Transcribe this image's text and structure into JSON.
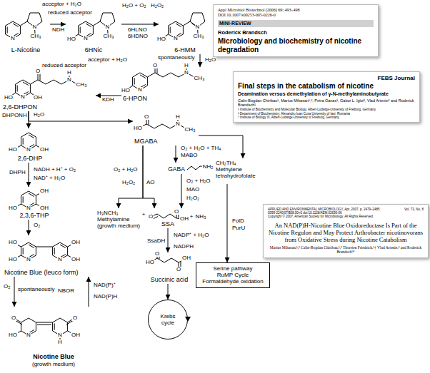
{
  "diagram": {
    "nodes": [
      {
        "text": [
          "L-Nicotine"
        ]
      },
      {
        "text": [
          "6HNic"
        ]
      },
      {
        "text": [
          "6-HMM"
        ]
      },
      {
        "text": [
          "6-HPON"
        ]
      },
      {
        "text": [
          "2,6-DHPON"
        ]
      },
      {
        "text": [
          "2,6-DHP"
        ]
      },
      {
        "text": [
          "2,3,6-THP"
        ]
      },
      {
        "text": [
          "Nicotine Blue (leuco form)"
        ]
      },
      {
        "text": [
          "Nicotine Blue",
          "(growth medium)"
        ]
      },
      {
        "text": [
          "MGABA"
        ]
      },
      {
        "text": [
          "GABA"
        ]
      },
      {
        "text": [
          "CH₂TH₄",
          "Methylene tetrahydrofolate"
        ]
      },
      {
        "text": [
          "H₃NCH₃",
          "Methylamine",
          "(growth medium)"
        ]
      },
      {
        "text": [
          "SSA"
        ]
      },
      {
        "text": [
          "Succinic acid"
        ]
      },
      {
        "text": [
          "Krebs cycle"
        ]
      },
      {
        "text": [
          "Serine pathway",
          "RuMP Cycle",
          "Formaldehyde oxidation"
        ]
      },
      {
        "text": [
          "Appl Microbiol Biotechnol (2006) 69: 493–498",
          "DOI 10.1007/s00253-005-0226-0",
          "MINI-REVIEW",
          "Roderick Brandsch",
          "Microbiology and biochemistry of nicotine degradation"
        ]
      },
      {
        "text": [
          "FEBS Journal",
          "Final steps in the catabolism of nicotine",
          "Deamination versus demethylation of γ-N-methylaminobutyrate",
          "Calin-Bogdan Chiribau¹, Marius Mihasan¹,², Petra Ganas¹, Gabor L. Igloi³, Vlad Artenie² and Roderick Brandsch¹",
          "¹ Institute of Biochemistry and Molecular Biology, Albert-Ludwigs-University of Freiburg, Germany",
          "² Department of Biochemistry, Alexandru Ioan Cuza University of Iasi, Romania",
          "³ Institute of Biology III, Albert-Ludwigs-University of Freiburg, Germany"
        ]
      },
      {
        "text": [
          "APPLIED AND ENVIRONMENTAL MICROBIOLOGY, Apr. 2007, p. 2479–2485",
          "Vol. 73, No. 8",
          "0099-2240/07/$08.00+0 doi:10.1128/AEM.02636-06",
          "Copyright © 2007, American Society for Microbiology. All Rights Reserved.",
          "An NAD(P)H-Nicotine Blue Oxidoreductase Is Part of the Nicotine Regulon and May Protect Arthrobacter nicotinovorans from Oxidative Stress during Nicotine Catabolism",
          "Marius Mihasan,¹,² Calin-Bogdan Chiribau,¹,² Thorsten Friedrich,¹† Vlad Artenie,² and Roderick Brandsch¹*"
        ]
      }
    ],
    "edges": [
      {
        "from": 0,
        "to": 1,
        "arrow": "to"
      },
      {
        "from": 1,
        "to": 2,
        "arrow": "to"
      },
      {
        "from": 2,
        "to": 3,
        "arrow": "to"
      },
      {
        "from": 3,
        "to": 4,
        "arrow": "to"
      },
      {
        "from": 4,
        "to": 5,
        "arrow": "to"
      },
      {
        "from": 4,
        "to": 9,
        "arrow": "to"
      },
      {
        "from": 5,
        "to": 6,
        "arrow": "to"
      },
      {
        "from": 6,
        "to": 7,
        "arrow": "to"
      },
      {
        "from": 7,
        "to": 8,
        "arrow": "to"
      },
      {
        "from": 8,
        "to": 7,
        "arrow": "to"
      },
      {
        "from": 9,
        "to": 10,
        "arrow": "to"
      },
      {
        "from": 9,
        "to": 11,
        "arrow": "to"
      },
      {
        "from": 9,
        "to": 12,
        "arrow": "to"
      },
      {
        "from": 9,
        "to": 13,
        "arrow": "to"
      },
      {
        "from": 10,
        "to": 13,
        "arrow": "to"
      },
      {
        "from": 13,
        "to": 14,
        "arrow": "to"
      },
      {
        "from": 14,
        "to": 15,
        "arrow": "to"
      },
      {
        "from": 11,
        "to": 16,
        "arrow": "to"
      }
    ],
    "labels": [
      "acceptor + H₂O",
      "reduced acceptor",
      "NDH",
      "H₂O + O₂",
      "H₂O₂",
      "6HLNO",
      "6HDNO",
      "N",
      "N",
      "CH₃",
      "HO",
      "N",
      "N",
      "CH₃",
      "HO",
      "N",
      "N",
      "CH₃",
      "spontaneously",
      "H₂O",
      "HO",
      "N",
      "O",
      "H",
      "N",
      "CH₃",
      "acceptor + H₂O",
      "reduced acceptor",
      "KDH",
      "HO",
      "N",
      "OH",
      "O",
      "H",
      "N",
      "CH₃",
      "DHPONH",
      "H₂O",
      "HO",
      "N",
      "OH",
      "DHPH",
      "NADH + H⁺ + O₂",
      "NAD⁺ + H₂O",
      "HO",
      "N",
      "OH",
      "OH",
      "O₂",
      "HO",
      "HO",
      "N",
      "N",
      "OH",
      "OH",
      "O₂",
      "spontaneously",
      "NBOR",
      "NAD(P)⁺",
      "NAD(P)H",
      "O",
      "HO",
      "N",
      "O",
      "N",
      "H",
      "OH",
      "HO",
      "O",
      "N",
      "H",
      "CH₃",
      "O₂ + H₂O + TH₄",
      "MABO",
      "NH₂",
      "O₂ + H₂O",
      "AO",
      "H₂O₂",
      "O₂ + H₂O",
      "MAO",
      "H₂O₂",
      "+",
      "O",
      "O",
      "OH",
      "+",
      "NH₃",
      "NADP⁺ + H₂O",
      "SsaDH",
      "NADPH",
      "HO",
      "O",
      "O",
      "OH",
      "FolD",
      "PurU"
    ]
  }
}
